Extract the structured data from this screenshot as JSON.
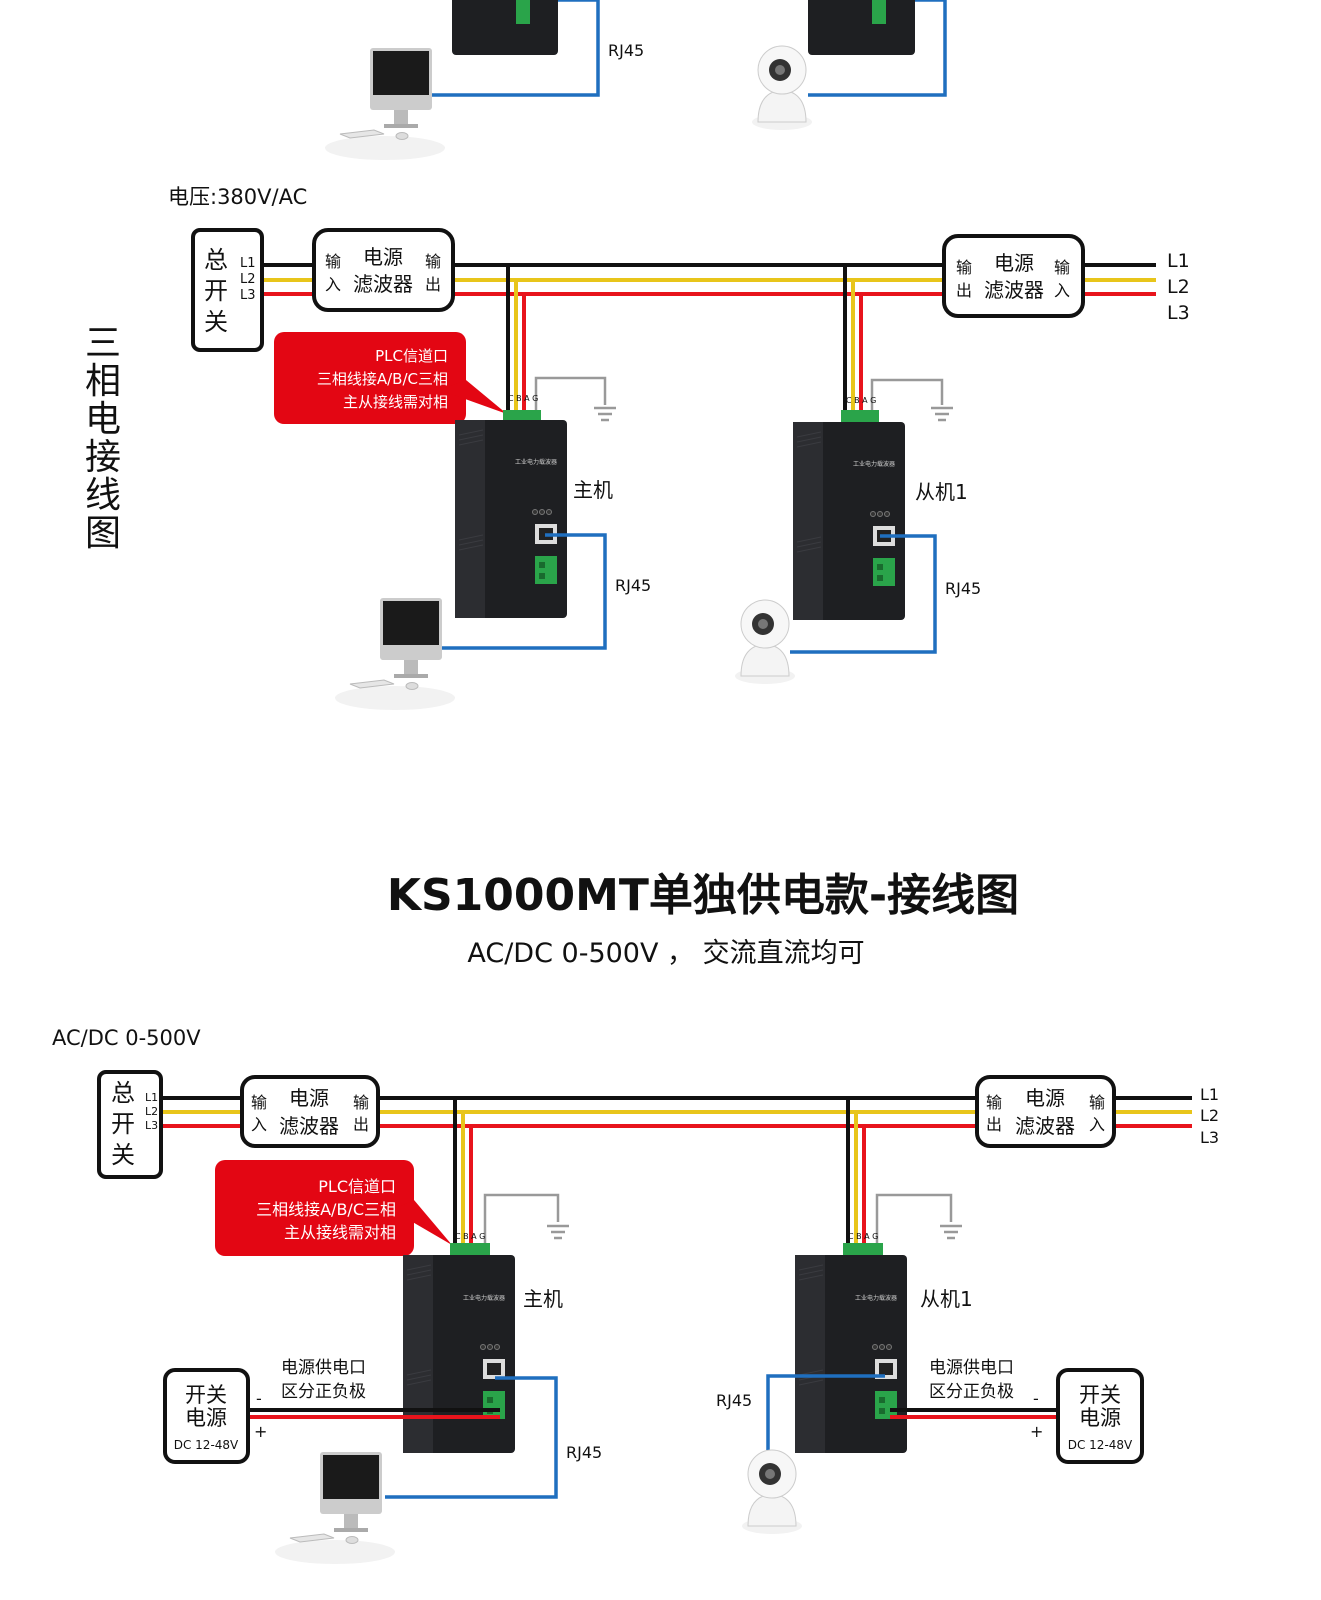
{
  "section1": {
    "side_title": "三相电接线图",
    "voltage_label": "电压:380V/AC",
    "main_switch": {
      "label": [
        "总",
        "开",
        "关"
      ],
      "phases": [
        "L1",
        "L2",
        "L3"
      ]
    },
    "filter_left": {
      "in": [
        "输",
        "入"
      ],
      "name": [
        "电源",
        "滤波器"
      ],
      "out": [
        "输",
        "出"
      ]
    },
    "filter_right": {
      "out": [
        "输",
        "出"
      ],
      "name": [
        "电源",
        "滤波器"
      ],
      "in": [
        "输",
        "入"
      ]
    },
    "right_phases": [
      "L1",
      "L2",
      "L3"
    ],
    "callout": [
      "PLC信道口",
      "三相线接A/B/C三相",
      "主从接线需对相"
    ],
    "terminal_labels": "C B A G",
    "device_label": "工业电力载波器",
    "master_label": "主机",
    "slave_label": "从机1",
    "rj45": "RJ45"
  },
  "section2": {
    "title": "KS1000MT单独供电款-接线图",
    "subtitle": "AC/DC 0-500V ， 交流直流均可",
    "voltage_label": "AC/DC 0-500V",
    "main_switch": {
      "label": [
        "总",
        "开",
        "关"
      ],
      "phases": [
        "L1",
        "L2",
        "L3"
      ]
    },
    "filter_left": {
      "in": [
        "输",
        "入"
      ],
      "name": [
        "电源",
        "滤波器"
      ],
      "out": [
        "输",
        "出"
      ]
    },
    "filter_right": {
      "out": [
        "输",
        "出"
      ],
      "name": [
        "电源",
        "滤波器"
      ],
      "in": [
        "输",
        "入"
      ]
    },
    "right_phases": [
      "L1",
      "L2",
      "L3"
    ],
    "callout": [
      "PLC信道口",
      "三相线接A/B/C三相",
      "主从接线需对相"
    ],
    "terminal_labels": "C B A G",
    "device_label": "工业电力载波器",
    "master_label": "主机",
    "slave_label": "从机1",
    "rj45": "RJ45",
    "power_supply": {
      "name": [
        "开关",
        "电源"
      ],
      "range": "DC 12-48V",
      "minus": "-",
      "plus": "+"
    },
    "power_note": [
      "电源供电口",
      "区分正负极"
    ]
  },
  "top_partial": {
    "rj45": "RJ45"
  },
  "colors": {
    "black_wire": "#111111",
    "yellow_wire": "#e8c51a",
    "red_wire": "#e8141c",
    "ethernet": "#1f6fbf",
    "callout": "#e30613",
    "terminal": "#2aa44a"
  }
}
